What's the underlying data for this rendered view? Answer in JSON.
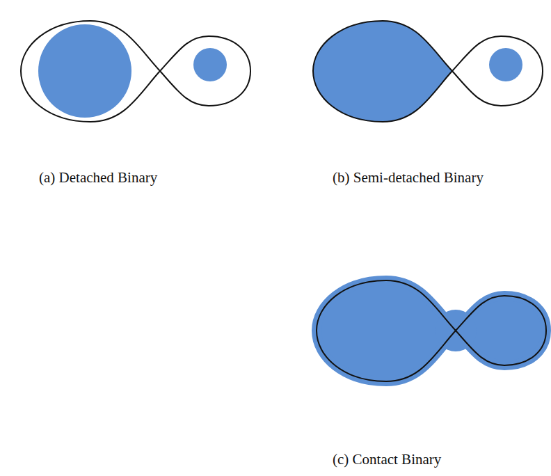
{
  "diagram": {
    "labels": [
      "(a) Detached Binary",
      "(b) Semi-detached Binary",
      "(c) Contact Binary"
    ]
  }
}
